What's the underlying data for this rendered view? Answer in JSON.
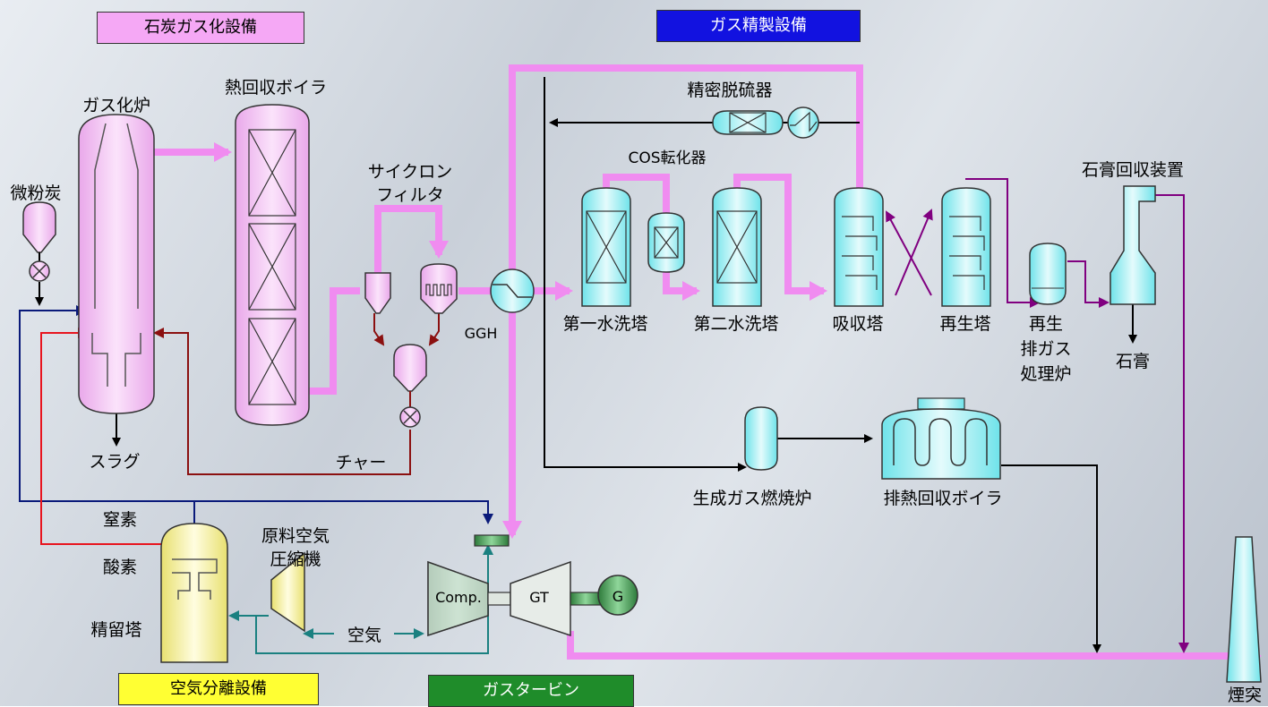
{
  "sections": {
    "coal_gasification": {
      "label": "石炭ガス化設備",
      "color": "#f5a8f5"
    },
    "gas_cleanup": {
      "label": "ガス精製設備",
      "color": "#1212e0"
    },
    "air_separation": {
      "label": "空気分離設備",
      "color": "#ffff33"
    },
    "gas_turbine": {
      "label": "ガスタービン",
      "color": "#1f8c2a"
    }
  },
  "labels": {
    "gasifier": "ガス化炉",
    "heat_recovery_boiler": "熱回収ボイラ",
    "pulverized_coal": "微粉炭",
    "cyclone_filter_1": "サイクロン",
    "cyclone_filter_2": "フィルタ",
    "slag": "スラグ",
    "char": "チャー",
    "ggh": "GGH",
    "precise_desulfurizer": "精密脱硫器",
    "cos_converter": "COS転化器",
    "first_water_scrubber": "第一水洗塔",
    "second_water_scrubber": "第二水洗塔",
    "absorber": "吸収塔",
    "regenerator": "再生塔",
    "regen_offgas_1": "再生",
    "regen_offgas_2": "排ガス",
    "regen_offgas_3": "処理炉",
    "gypsum_recovery": "石膏回収装置",
    "gypsum": "石膏",
    "syngas_combustor": "生成ガス燃焼炉",
    "exhaust_heat_boiler": "排熱回収ボイラ",
    "nitrogen": "窒素",
    "oxygen": "酸素",
    "distillation_column": "精留塔",
    "raw_air_compressor_1": "原料空気",
    "raw_air_compressor_2": "圧縮機",
    "air": "空気",
    "compressor": "Comp.",
    "gt": "GT",
    "generator": "G",
    "stack": "煙突"
  },
  "colors": {
    "gas_flow": "#f08cf0",
    "char_line": "#8b1010",
    "nitrogen_line": "#0a1a7a",
    "oxygen_line": "#e8141e",
    "air_line": "#1a8080",
    "purple_line": "#800080",
    "black_line": "#000000"
  }
}
